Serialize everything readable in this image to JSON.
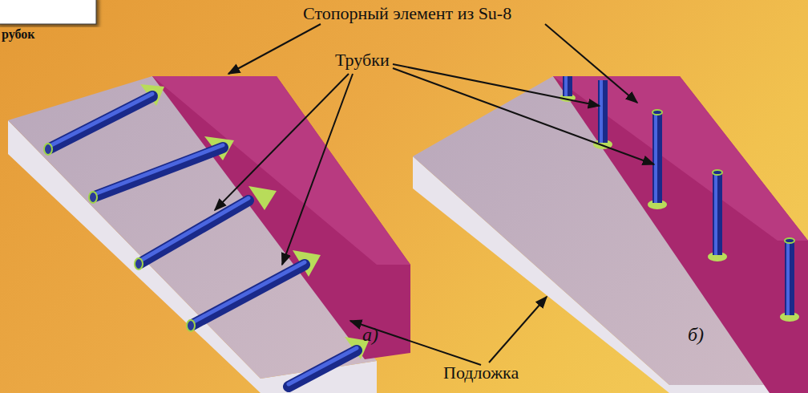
{
  "diagram": {
    "labels": [
      "рубок",
      "Стопорный элемент из Su-8",
      "Трубки",
      "а)",
      "б)",
      "Подложка"
    ]
  }
}
